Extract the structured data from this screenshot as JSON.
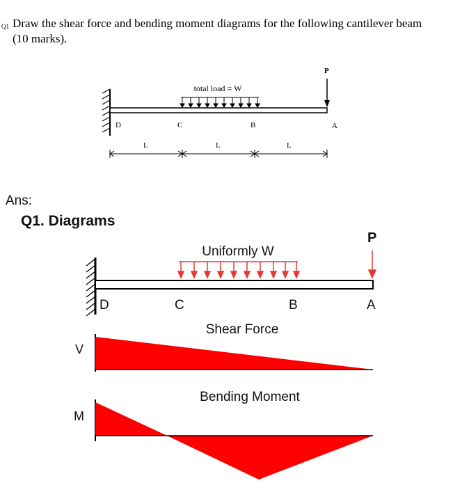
{
  "question": {
    "prefix": "Q1",
    "text": "Draw the shear force and bending moment diagrams for the following cantilever beam",
    "marks": "(10 marks)."
  },
  "problem_figure": {
    "load_label": "total load = W",
    "point_load": "P",
    "points": [
      "D",
      "C",
      "B",
      "A"
    ],
    "spans": [
      "L",
      "L",
      "L"
    ]
  },
  "answer": {
    "ans_label": "Ans:",
    "title": "Q1. Diagrams",
    "load_label": "Uniformly W",
    "point_load": "P",
    "points": [
      "D",
      "C",
      "B",
      "A"
    ],
    "shear_title": "Shear Force",
    "shear_axis": "V",
    "moment_title": "Bending Moment",
    "moment_axis": "M",
    "colors": {
      "fill": "#ff0000",
      "arrow": "#e53935",
      "line": "#000000"
    }
  }
}
